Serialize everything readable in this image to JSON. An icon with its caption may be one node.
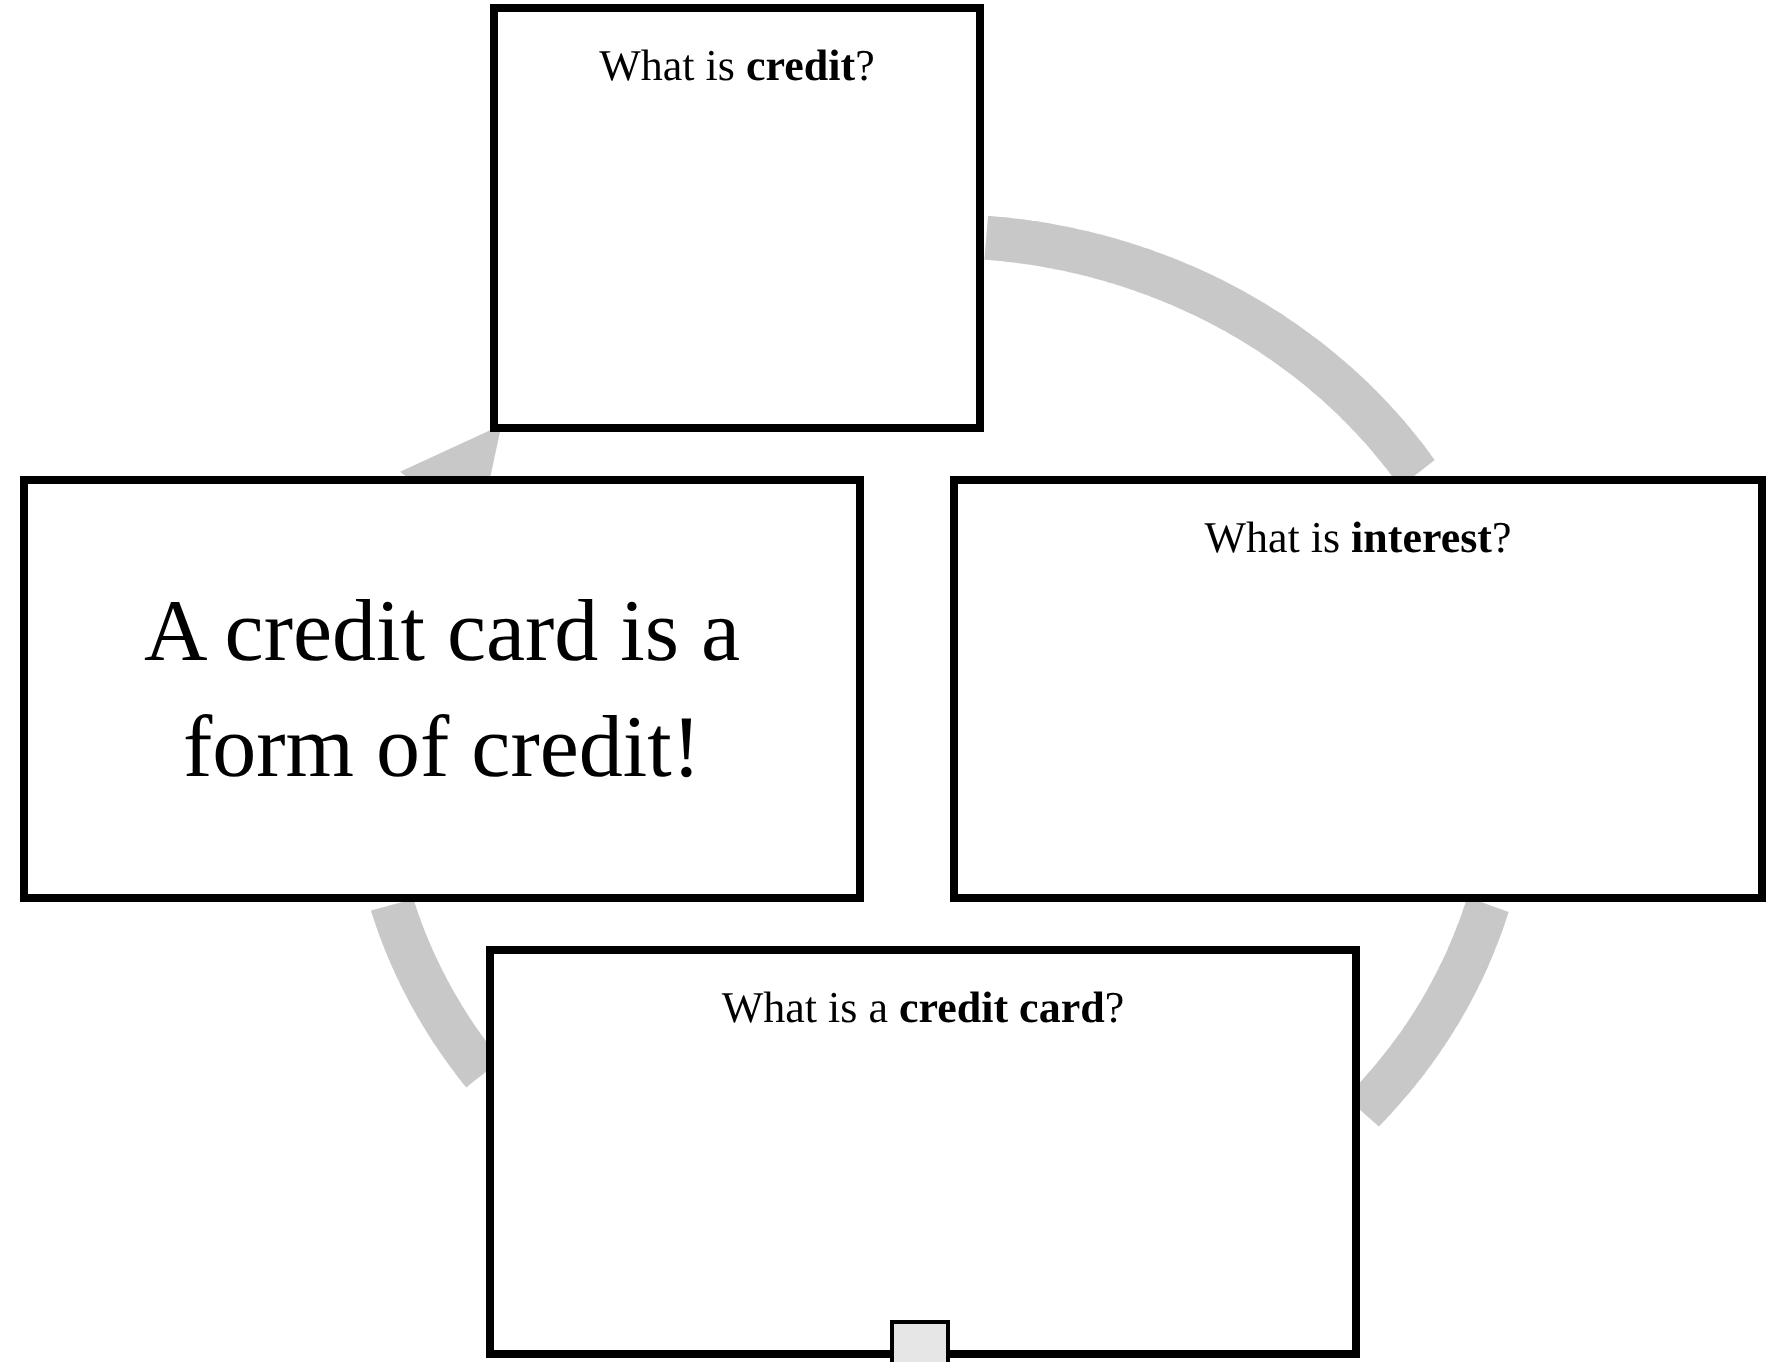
{
  "diagram": {
    "nodes": [
      {
        "text": [
          "What is **credit**?"
        ]
      },
      {
        "text": [
          "What is **interest**?"
        ]
      },
      {
        "text": [
          "What is a **credit card**?"
        ]
      },
      {
        "text": [
          "A credit card is a form of credit!"
        ]
      }
    ],
    "edges": [
      {
        "from": 0,
        "to": 1,
        "arrow": "none"
      },
      {
        "from": 1,
        "to": 2,
        "arrow": "none"
      },
      {
        "from": 2,
        "to": 3,
        "arrow": "none"
      },
      {
        "from": 3,
        "to": 0,
        "arrow": "to"
      }
    ]
  }
}
